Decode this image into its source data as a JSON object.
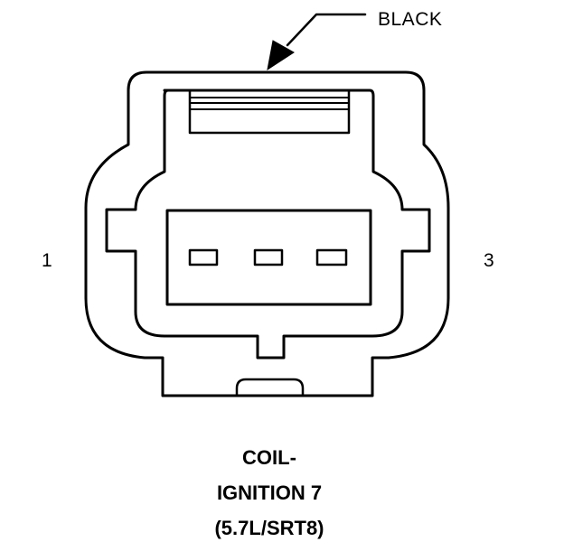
{
  "callout": {
    "label": "BLACK"
  },
  "pins": {
    "left": "1",
    "right": "3"
  },
  "caption": {
    "line1": "COIL-",
    "line2": "IGNITION 7",
    "line3": "(5.7L/SRT8)"
  },
  "colors": {
    "stroke": "#000000",
    "background": "#ffffff"
  },
  "connector": {
    "terminal_count": 3
  }
}
